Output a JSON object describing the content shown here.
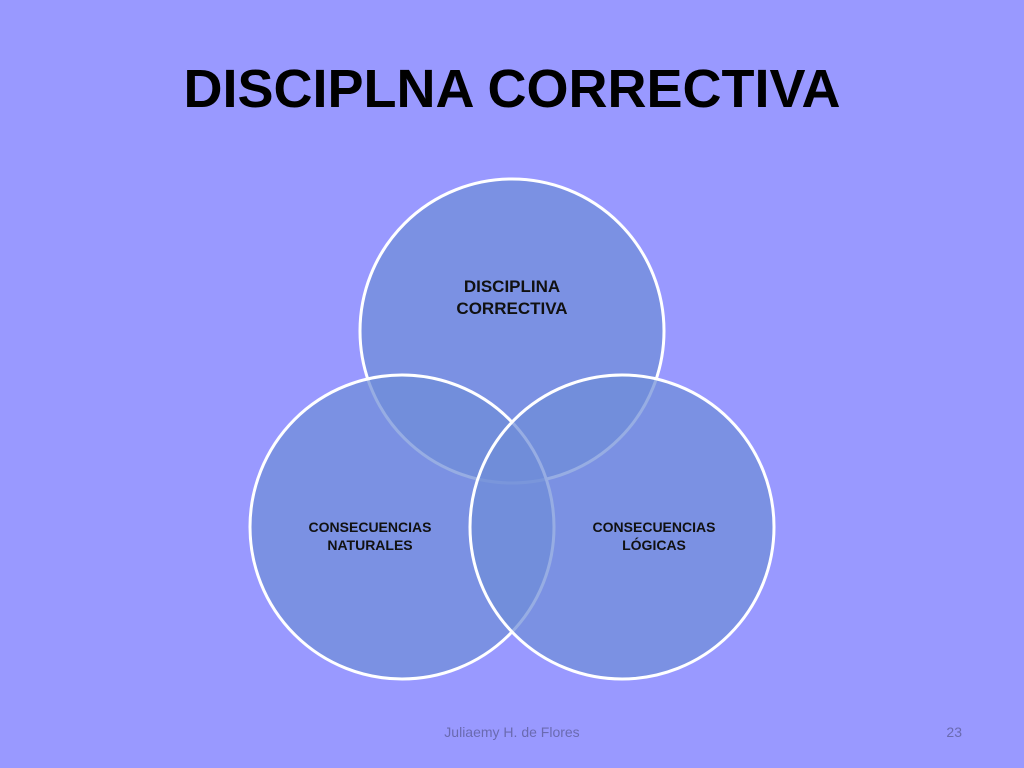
{
  "title": "DISCIPLNA CORRECTIVA",
  "diagram": {
    "type": "venn",
    "circles": [
      {
        "id": "top",
        "label_line1": "DISCIPLINA",
        "label_line2": "CORRECTIVA"
      },
      {
        "id": "left",
        "label_line1": "CONSECUENCIAS",
        "label_line2": "NATURALES"
      },
      {
        "id": "right",
        "label_line1": "CONSECUENCIAS",
        "label_line2": "LÓGICAS"
      }
    ],
    "colors": {
      "background": "#9999ff",
      "circle_fill": "#6f8ed8",
      "circle_stroke": "#ffffff"
    }
  },
  "footer": {
    "author": "Juliaemy H. de Flores",
    "page_number": "23"
  }
}
